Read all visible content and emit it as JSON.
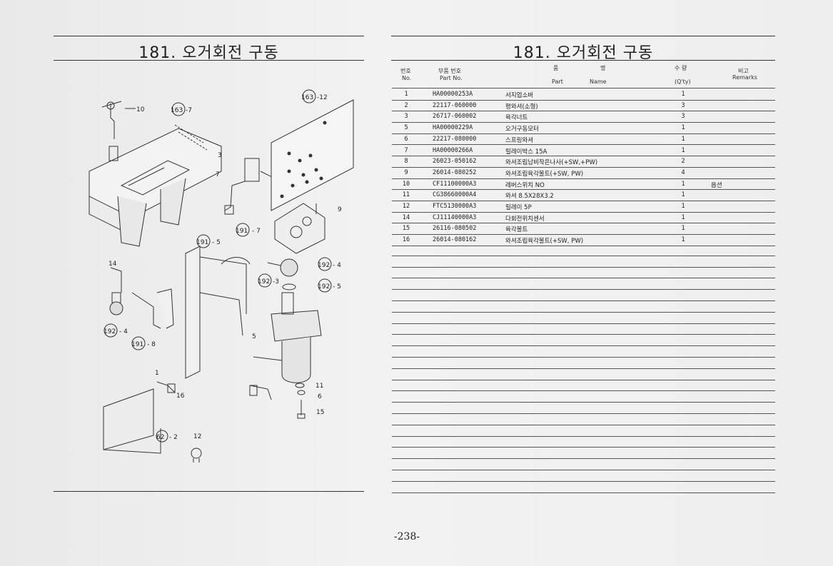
{
  "page": {
    "left_title": "181. 오거회전 구동",
    "right_title": "181. 오거회전 구동",
    "page_number": "-238-"
  },
  "table": {
    "headers": {
      "no_ko": "번호",
      "no_en": "No.",
      "part_ko": "부품 번호",
      "part_en": "Part  No.",
      "name_ko_1": "품",
      "name_ko_2": "명",
      "name_en_1": "Part",
      "name_en_2": "Name",
      "qty_ko": "수  량",
      "qty_en": "(Q'ty)",
      "rem_ko": "비고",
      "rem_en": "Remarks"
    },
    "rows": [
      {
        "no": "1",
        "part": "HA00000253A",
        "name": "서지업소버",
        "qty": "1",
        "remarks": ""
      },
      {
        "no": "2",
        "part": "22117-060000",
        "name": "평와셔(소형)",
        "qty": "3",
        "remarks": ""
      },
      {
        "no": "3",
        "part": "26717-060002",
        "name": "육각너트",
        "qty": "3",
        "remarks": ""
      },
      {
        "no": "5",
        "part": "HA00000229A",
        "name": "오거구동모터",
        "qty": "1",
        "remarks": ""
      },
      {
        "no": "6",
        "part": "22217-080000",
        "name": "스프링와셔",
        "qty": "1",
        "remarks": ""
      },
      {
        "no": "7",
        "part": "HA00000266A",
        "name": "릴레이박스 15A",
        "qty": "1",
        "remarks": ""
      },
      {
        "no": "8",
        "part": "26023-050162",
        "name": "와셔조립남비작은나사(+SW,+PW)",
        "qty": "2",
        "remarks": ""
      },
      {
        "no": "9",
        "part": "26014-080252",
        "name": "와셔조립육각볼트(+SW, PW)",
        "qty": "4",
        "remarks": ""
      },
      {
        "no": "10",
        "part": "CF11100000A3",
        "name": "레버스위치 NO",
        "qty": "1",
        "remarks": "옵션"
      },
      {
        "no": "11",
        "part": "CG38660000A4",
        "name": "와셔 8.5X28X3.2",
        "qty": "1",
        "remarks": ""
      },
      {
        "no": "12",
        "part": "FTC5130000A3",
        "name": "릴레이 5P",
        "qty": "1",
        "remarks": ""
      },
      {
        "no": "14",
        "part": "CJ11140000A3",
        "name": "다회전위치센서",
        "qty": "1",
        "remarks": ""
      },
      {
        "no": "15",
        "part": "26116-080502",
        "name": "육각볼트",
        "qty": "1",
        "remarks": ""
      },
      {
        "no": "16",
        "part": "26014-080162",
        "name": "와셔조립육각볼트(+SW, PW)",
        "qty": "1",
        "remarks": ""
      }
    ]
  },
  "diagram": {
    "callouts": {
      "c10": "10",
      "c163_7": "163",
      "c163_7b": "-7",
      "c163_12": "163",
      "c163_12b": "-12",
      "c3": "3",
      "c7": "7",
      "c9": "9",
      "c191_7": "191",
      "c191_7b": "- 7",
      "c191_5": "191",
      "c191_5b": "- 5",
      "c14": "14",
      "c192_4": "192",
      "c192_4b": "- 4",
      "c192_3": "192",
      "c192_3b": "-3",
      "c192_5": "192",
      "c192_5b": "- 5",
      "c192_4L": "192",
      "c192_4Lb": "- 4",
      "c191_8": "191",
      "c191_8b": "- 8",
      "c5": "5",
      "c1": "1",
      "c16": "16",
      "c11": "11",
      "c6": "6",
      "c15": "15",
      "c62_2": "62",
      "c62_2b": "- 2",
      "c12": "12"
    }
  }
}
